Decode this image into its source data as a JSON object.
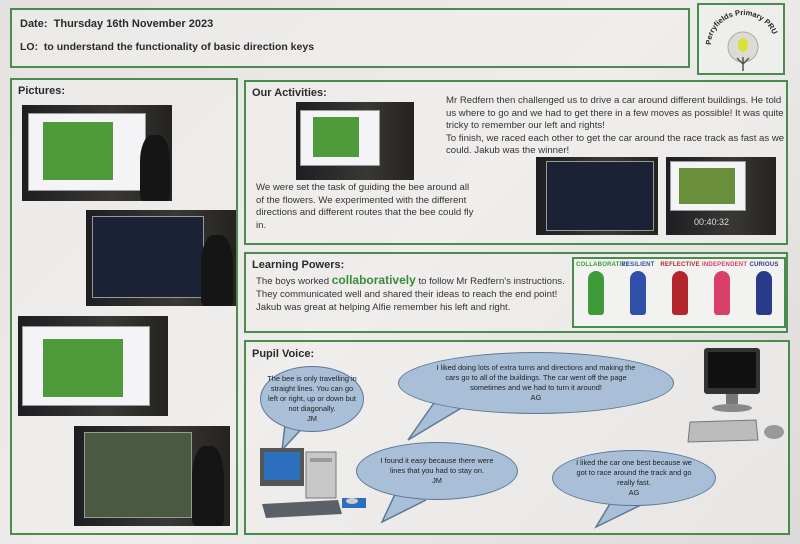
{
  "header": {
    "date_label": "Date:",
    "date_value": "Thursday 16th November 2023",
    "lo_label": "LO:",
    "lo_value": "to understand the functionality of basic direction keys"
  },
  "logo": {
    "text": "Perryfields Primary PRU"
  },
  "pictures": {
    "title": "Pictures:"
  },
  "activities": {
    "title": "Our Activities:",
    "para1": "We were set the task of guiding the bee around all of the flowers. We experimented with the different directions and different routes that the bee could fly in.",
    "para2": "Mr Redfern then challenged us to drive a car around different buildings. He told us where to go and we had to get there in a few moves as possible! It was quite tricky to remember our left and rights!",
    "para3": "To finish, we raced each other to get the car around the race track as fast as we could. Jakub was the winner!",
    "timer": "00:40:32"
  },
  "learning": {
    "title": "Learning Powers:",
    "pre": "The boys worked ",
    "highlight": "collaboratively",
    "post": " to follow Mr Redfern's instructions. They communicated well and shared their ideas to reach the end point! Jakub was great at helping Alfie remember his left and right.",
    "accent": "#3a8a3a",
    "heroes": [
      {
        "label": "COLLABORATIVE",
        "color": "#3f9a3a"
      },
      {
        "label": "RESILIENT",
        "color": "#2f4fa8"
      },
      {
        "label": "REFLECTIVE",
        "color": "#b3262c"
      },
      {
        "label": "INDEPENDENT",
        "color": "#d8406a"
      },
      {
        "label": "CURIOUS",
        "color": "#2a3a8a"
      }
    ]
  },
  "voice": {
    "title": "Pupil Voice:",
    "quotes": [
      {
        "text": "The bee is only travelling in straight lines. You can go left or right, up or down but not diagonally.",
        "by": "JM"
      },
      {
        "text": "I liked doing lots of extra turns and directions and making the cars go to all of the buildings. The car went off the page sometimes and we had to turn it around!",
        "by": "AG"
      },
      {
        "text": "I found it easy because there were lines that you had to stay on.",
        "by": "JM"
      },
      {
        "text": "I liked the car one best because we got to race around the track and go really fast.",
        "by": "AG"
      }
    ]
  }
}
